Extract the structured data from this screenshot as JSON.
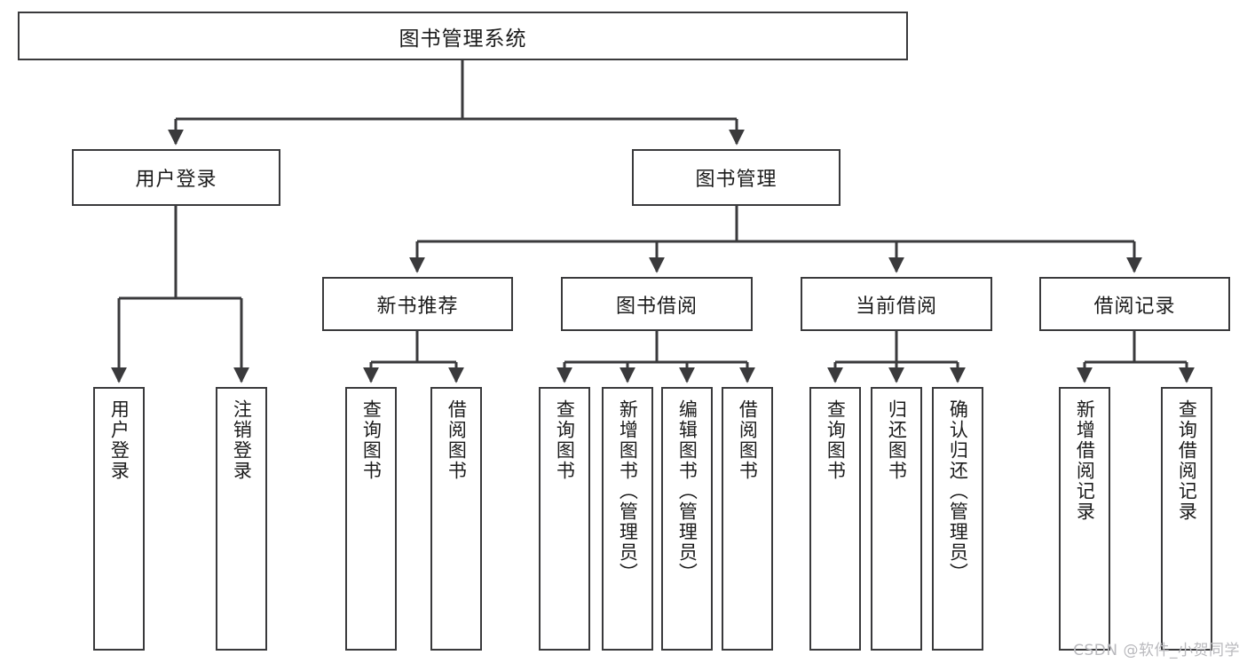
{
  "diagram": {
    "title": "图书管理系统",
    "type": "tree-hierarchy-chart",
    "root": {
      "label": "图书管理系统"
    },
    "level2": [
      {
        "label": "用户登录"
      },
      {
        "label": "图书管理"
      }
    ],
    "level3": [
      {
        "label": "新书推荐"
      },
      {
        "label": "图书借阅"
      },
      {
        "label": "当前借阅"
      },
      {
        "label": "借阅记录"
      }
    ],
    "leaves": {
      "user_login": [
        {
          "label": "用户登录"
        },
        {
          "label": "注销登录"
        }
      ],
      "new_book_recommend": [
        {
          "label": "查询图书"
        },
        {
          "label": "借阅图书"
        }
      ],
      "book_borrow": [
        {
          "label": "查询图书"
        },
        {
          "label": "新增图书（管理员）"
        },
        {
          "label": "编辑图书（管理员）"
        },
        {
          "label": "借阅图书"
        }
      ],
      "current_borrow": [
        {
          "label": "查询图书"
        },
        {
          "label": "归还图书"
        },
        {
          "label": "确认归还（管理员）"
        }
      ],
      "borrow_record": [
        {
          "label": "新增借阅记录"
        },
        {
          "label": "查询借阅记录"
        }
      ]
    }
  },
  "watermark": {
    "text": "CSDN @软件_小贺同学"
  },
  "colors": {
    "border": "#3a3a3c",
    "text": "#1b1b1b",
    "background": "#ffffff",
    "watermark": "#b9b9bd"
  }
}
